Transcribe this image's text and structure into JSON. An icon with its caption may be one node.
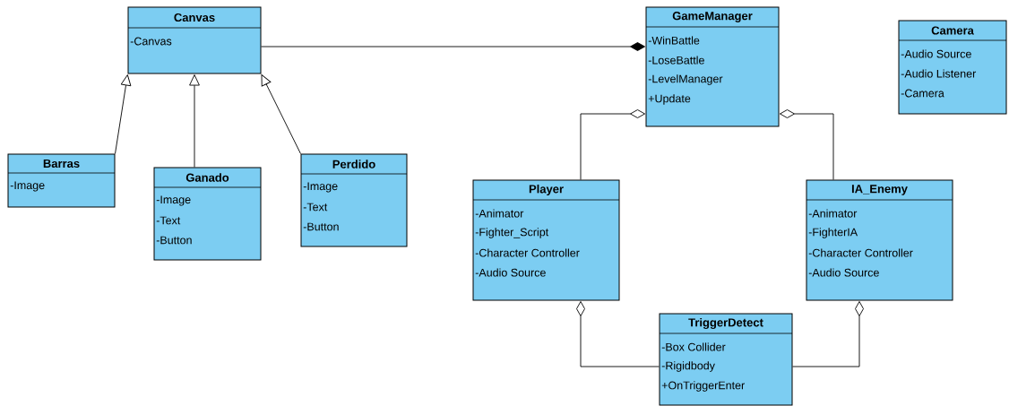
{
  "diagram": {
    "nodes": [
      {
        "text": [
          "Canvas",
          "-Canvas"
        ]
      },
      {
        "text": [
          "GameManager",
          "-WinBattle",
          "-LoseBattle",
          "-LevelManager",
          "+Update"
        ]
      },
      {
        "text": [
          "Camera",
          "-Audio Source",
          "-Audio Listener",
          "-Camera"
        ]
      },
      {
        "text": [
          "Barras",
          "-Image"
        ]
      },
      {
        "text": [
          "Ganado",
          "-Image",
          "-Text",
          "-Button"
        ]
      },
      {
        "text": [
          "Perdido",
          "-Image",
          "-Text",
          "-Button"
        ]
      },
      {
        "text": [
          "Player",
          "-Animator",
          "-Fighter_Script",
          "-Character Controller",
          "-Audio Source"
        ]
      },
      {
        "text": [
          "IA_Enemy",
          "-Animator",
          "-FighterIA",
          "-Character Controller",
          "-Audio Source"
        ]
      },
      {
        "text": [
          "TriggerDetect",
          "-Box Collider",
          "-Rigidbody",
          "+OnTriggerEnter"
        ]
      }
    ],
    "edges": [
      {
        "from": 3,
        "to": 0,
        "arrow": "to"
      },
      {
        "from": 4,
        "to": 0,
        "arrow": "to"
      },
      {
        "from": 5,
        "to": 0,
        "arrow": "to"
      },
      {
        "from": 0,
        "to": 1,
        "arrow": "other"
      },
      {
        "from": 6,
        "to": 1,
        "arrow": "other"
      },
      {
        "from": 7,
        "to": 1,
        "arrow": "other"
      },
      {
        "from": 8,
        "to": 6,
        "arrow": "other"
      },
      {
        "from": 8,
        "to": 7,
        "arrow": "other"
      }
    ]
  }
}
